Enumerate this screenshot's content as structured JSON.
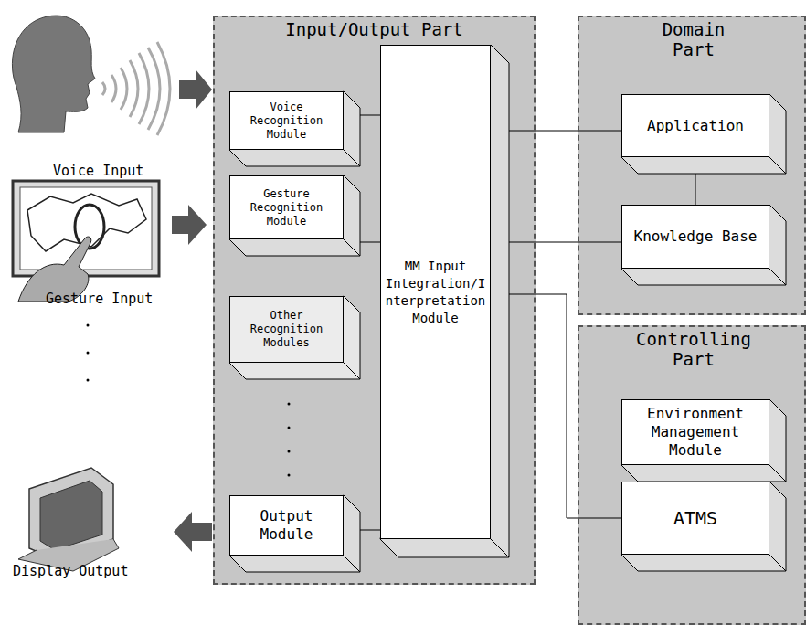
{
  "diagram": {
    "nodes": [
      {
        "text": [
          "Input/Output Part"
        ]
      },
      {
        "text": [
          "Voice Recognition Module"
        ],
        "in": 0
      },
      {
        "text": [
          "Gesture Recognition Module"
        ],
        "in": 0
      },
      {
        "text": [
          "Other Recognition Modules"
        ],
        "in": 0
      },
      {
        "text": [
          "Output Module"
        ],
        "in": 0
      },
      {
        "text": [
          "MM Input Integration/Interpretation Module"
        ],
        "in": 0
      },
      {
        "text": [
          "Domain Part"
        ]
      },
      {
        "text": [
          "Application"
        ],
        "in": 6
      },
      {
        "text": [
          "Knowledge Base"
        ],
        "in": 6
      },
      {
        "text": [
          "Controlling Part"
        ]
      },
      {
        "text": [
          "Environment Management Module"
        ],
        "in": 9
      },
      {
        "text": [
          "ATMS"
        ],
        "in": 9
      }
    ],
    "edges": [
      {
        "from": 1,
        "to": 5,
        "arrow": "none"
      },
      {
        "from": 2,
        "to": 5,
        "arrow": "none"
      },
      {
        "from": 4,
        "to": 5,
        "arrow": "none"
      },
      {
        "from": 5,
        "to": 7,
        "arrow": "none"
      },
      {
        "from": 7,
        "to": 8,
        "arrow": "none"
      },
      {
        "from": 5,
        "to": 8,
        "arrow": "none"
      },
      {
        "from": 5,
        "to": 11,
        "arrow": "none"
      },
      {
        "from": 10,
        "to": 11,
        "arrow": "none"
      }
    ],
    "labels": [
      "Voice Input",
      "Gesture Input",
      "Display Output"
    ]
  }
}
